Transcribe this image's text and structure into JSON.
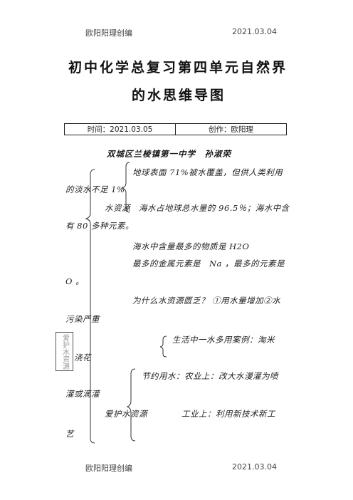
{
  "header": {
    "left": "欧阳阳理创编",
    "right": "2021.03.04"
  },
  "footer": {
    "left": "欧阳阳理创编",
    "right": "2021.03.04"
  },
  "title": {
    "line1": "初中化学总复习第四单元自然界",
    "line2": "的水思维导图"
  },
  "meta": {
    "time": "时间：2021.03.05",
    "author": "创作：欧阳理"
  },
  "school": "双城区兰棱镇第一中学　孙淑荣",
  "lines": {
    "l1": "地球表面 71%被水覆盖，但供人类利用",
    "l2": "的淡水不足 1%",
    "l3": "水资源　海水占地球总水量的 96.5％；海水中含",
    "l4": "有 80 多种元素。",
    "l5": "海水中含量最多的物质是 H2O",
    "l6": "最多的金属元素是　Na ，最多的元素是",
    "l7": "O 。",
    "l8": "为什么水资源匮乏？ ①用水量增加②水",
    "l9": "污染严重",
    "l10": "生活中一水多用案例：淘米",
    "l11": "浇花",
    "l12": "节约用水：农业上：改大水漫灌为喷",
    "l13": "灌或滴灌",
    "l14": "爱护水资源　　　　工业上：利用新技术新工",
    "l15": "艺"
  },
  "side_box": "爱护水资源"
}
